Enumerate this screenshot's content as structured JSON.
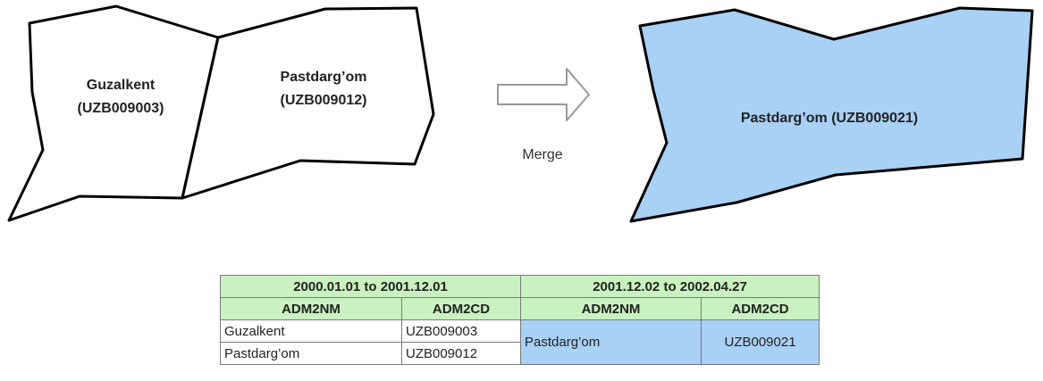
{
  "polygons": {
    "guzalkent": {
      "name": "Guzalkent",
      "code": "(UZB009003)"
    },
    "pastdargom_old": {
      "name": "Pastdarg’om",
      "code": "(UZB009012)"
    },
    "pastdargom_new": {
      "label": "Pastdarg’om (UZB009021)"
    }
  },
  "merge_label": "Merge",
  "colors": {
    "merged_fill": "#a9d0f5",
    "header_fill": "#c9f2c0",
    "outline": "#000000"
  },
  "table": {
    "period1": "2000.01.01 to 2001.12.01",
    "period2": "2001.12.02 to 2002.04.27",
    "col_name": "ADM2NM",
    "col_code": "ADM2CD",
    "rows": [
      {
        "name": "Guzalkent",
        "code": "UZB009003"
      },
      {
        "name": "Pastdarg’om",
        "code": "UZB009012"
      }
    ],
    "merged": {
      "name": "Pastdarg’om",
      "code": "UZB009021"
    }
  }
}
